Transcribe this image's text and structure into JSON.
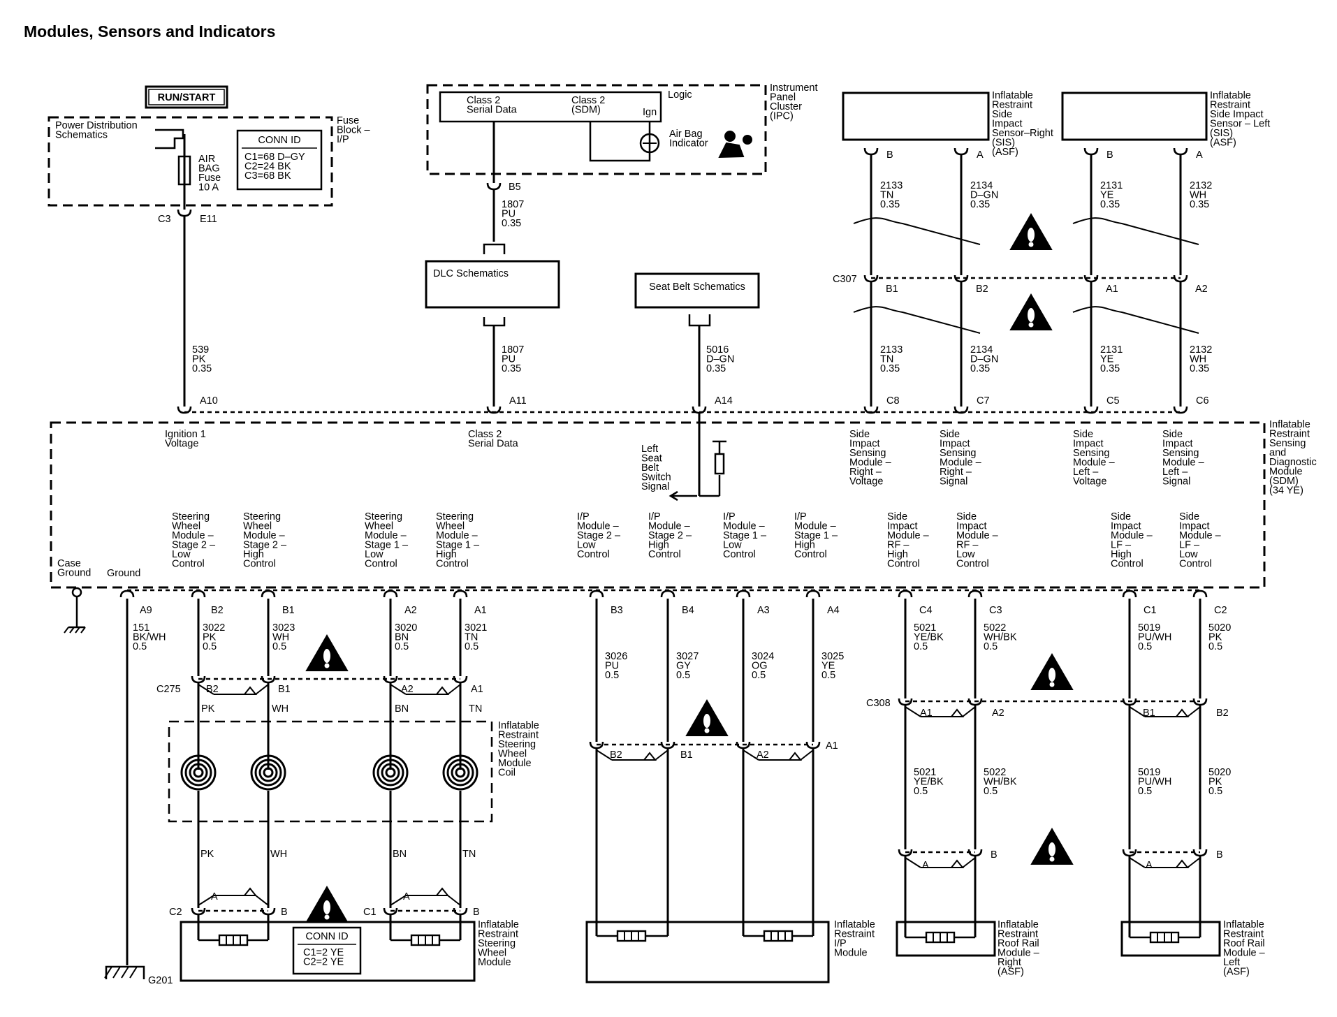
{
  "title": "Modules, Sensors and Indicators",
  "boxes": {
    "run_start": "RUN/START",
    "power_dist": "Power Distribution\nSchematics",
    "fuse_block": "Fuse\nBlock –\nI/P",
    "fuse_conn_title": "CONN ID",
    "fuse_conn_rows": "C1=68 D–GY\nC2=24 BK\nC3=68 BK",
    "air_bag_fuse": "AIR\nBAG\nFuse\n10 A",
    "ipc_class2": "Class 2\nSerial Data",
    "ipc_class2_sdm": "Class 2\n(SDM)",
    "ipc_ign": "Ign",
    "ipc_logic": "Logic",
    "ipc_name": "Instrument\nPanel\nCluster\n(IPC)",
    "airbag_indicator": "Air Bag\nIndicator",
    "dlc": "DLC Schematics",
    "seatbelt": "Seat Belt Schematics",
    "sis_right": "Inflatable\nRestraint\nSide\nImpact\nSensor–Right\n(SIS)\n(ASF)",
    "sis_left": "Inflatable\nRestraint\nSide Impact\nSensor – Left\n(SIS)\n(ASF)",
    "sdm": "Inflatable\nRestraint\nSensing\nand\nDiagnostic\nModule\n(SDM)\n(34 YE)",
    "coil": "Inflatable\nRestraint\nSteering\nWheel\nModule\nCoil",
    "sw_module": "Inflatable\nRestraint\nSteering\nWheel\nModule",
    "sw_conn_title": "CONN ID",
    "sw_conn_rows": "C1=2 YE\nC2=2 YE",
    "ip_module": "Inflatable\nRestraint\nI/P\nModule",
    "roof_right": "Inflatable\nRestraint\nRoof Rail\nModule –\nRight\n(ASF)",
    "roof_left": "Inflatable\nRestraint\nRoof Rail\nModule –\nLeft\n(ASF)"
  },
  "sdm_pins": {
    "ignition": "Ignition 1\nVoltage",
    "class2": "Class 2\nSerial Data",
    "seat_switch": "Left\nSeat\nBelt\nSwitch\nSignal",
    "sis_r_v": "Side\nImpact\nSensing\nModule –\nRight –\nVoltage",
    "sis_r_s": "Side\nImpact\nSensing\nModule –\nRight –\nSignal",
    "sis_l_v": "Side\nImpact\nSensing\nModule –\nLeft –\nVoltage",
    "sis_l_s": "Side\nImpact\nSensing\nModule –\nLeft –\nSignal",
    "case_ground": "Case\nGround",
    "ground": "Ground",
    "sw2_low": "Steering\nWheel\nModule –\nStage 2 –\nLow\nControl",
    "sw2_high": "Steering\nWheel\nModule –\nStage 2 –\nHigh\nControl",
    "sw1_low": "Steering\nWheel\nModule –\nStage 1 –\nLow\nControl",
    "sw1_high": "Steering\nWheel\nModule –\nStage 1 –\nHigh\nControl",
    "ip2_low": "I/P\nModule –\nStage 2 –\nLow\nControl",
    "ip2_high": "I/P\nModule –\nStage 2 –\nHigh\nControl",
    "ip1_low": "I/P\nModule –\nStage 1 –\nLow\nControl",
    "ip1_high": "I/P\nModule –\nStage 1 –\nHigh\nControl",
    "rf_high": "Side\nImpact\nModule –\nRF –\nHigh\nControl",
    "rf_low": "Side\nImpact\nModule –\nRF –\nLow\nControl",
    "lf_high": "Side\nImpact\nModule –\nLF –\nHigh\nControl",
    "lf_low": "Side\nImpact\nModule –\nLF –\nLow\nControl"
  },
  "pins": {
    "c3": "C3",
    "e11": "E11",
    "b5": "B5",
    "a10": "A10",
    "a11": "A11",
    "a14": "A14",
    "b": "B",
    "a": "A",
    "c307": "C307",
    "b1": "B1",
    "b2": "B2",
    "a1": "A1",
    "a2": "A2",
    "c8": "C8",
    "c7": "C7",
    "c5": "C5",
    "c6": "C6",
    "a9": "A9",
    "b3": "B3",
    "b4": "B4",
    "a3": "A3",
    "a4": "A4",
    "c4": "C4",
    "c3b": "C3",
    "c1": "C1",
    "c2": "C2",
    "c275": "C275",
    "c308": "C308",
    "g201": "G201"
  },
  "wires": {
    "w539": "539\nPK\n0.35",
    "w1807a": "1807\nPU\n0.35",
    "w1807b": "1807\nPU\n0.35",
    "w5016": "5016\nD–GN\n0.35",
    "w2133": "2133\nTN\n0.35",
    "w2134": "2134\nD–GN\n0.35",
    "w2131": "2131\nYE\n0.35",
    "w2132": "2132\nWH\n0.35",
    "w151": "151\nBK/WH\n0.5",
    "w3022": "3022\nPK\n0.5",
    "w3023": "3023\nWH\n0.5",
    "w3020": "3020\nBN\n0.5",
    "w3021": "3021\nTN\n0.5",
    "w3026": "3026\nPU\n0.5",
    "w3027": "3027\nGY\n0.5",
    "w3024": "3024\nOG\n0.5",
    "w3025": "3025\nYE\n0.5",
    "w5021": "5021\nYE/BK\n0.5",
    "w5022": "5022\nWH/BK\n0.5",
    "w5019": "5019\nPU/WH\n0.5",
    "w5020": "5020\nPK\n0.5"
  },
  "colors": {
    "pk": "PK",
    "wh": "WH",
    "bn": "BN",
    "tn": "TN"
  },
  "icons": [
    "warning-triangle-icon",
    "airbag-person-icon",
    "clockspring-coil-icon",
    "ground-symbol-icon",
    "squib-icon"
  ]
}
